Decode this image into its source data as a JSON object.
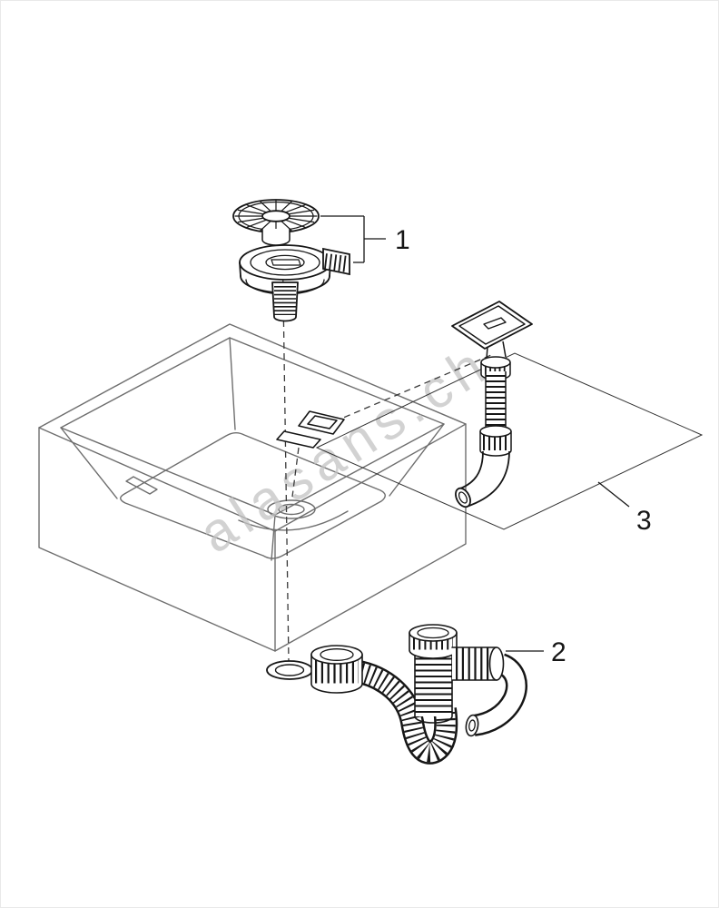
{
  "diagram": {
    "watermark": "alasans.ch",
    "labels": {
      "part1": "1",
      "part2": "2",
      "part3": "3"
    },
    "colors": {
      "background": "#ffffff",
      "part_line": "#161616",
      "sink_line": "#6e6e6e",
      "guide_line": "#3a3a3a",
      "watermark": "#c4c4c4"
    }
  }
}
